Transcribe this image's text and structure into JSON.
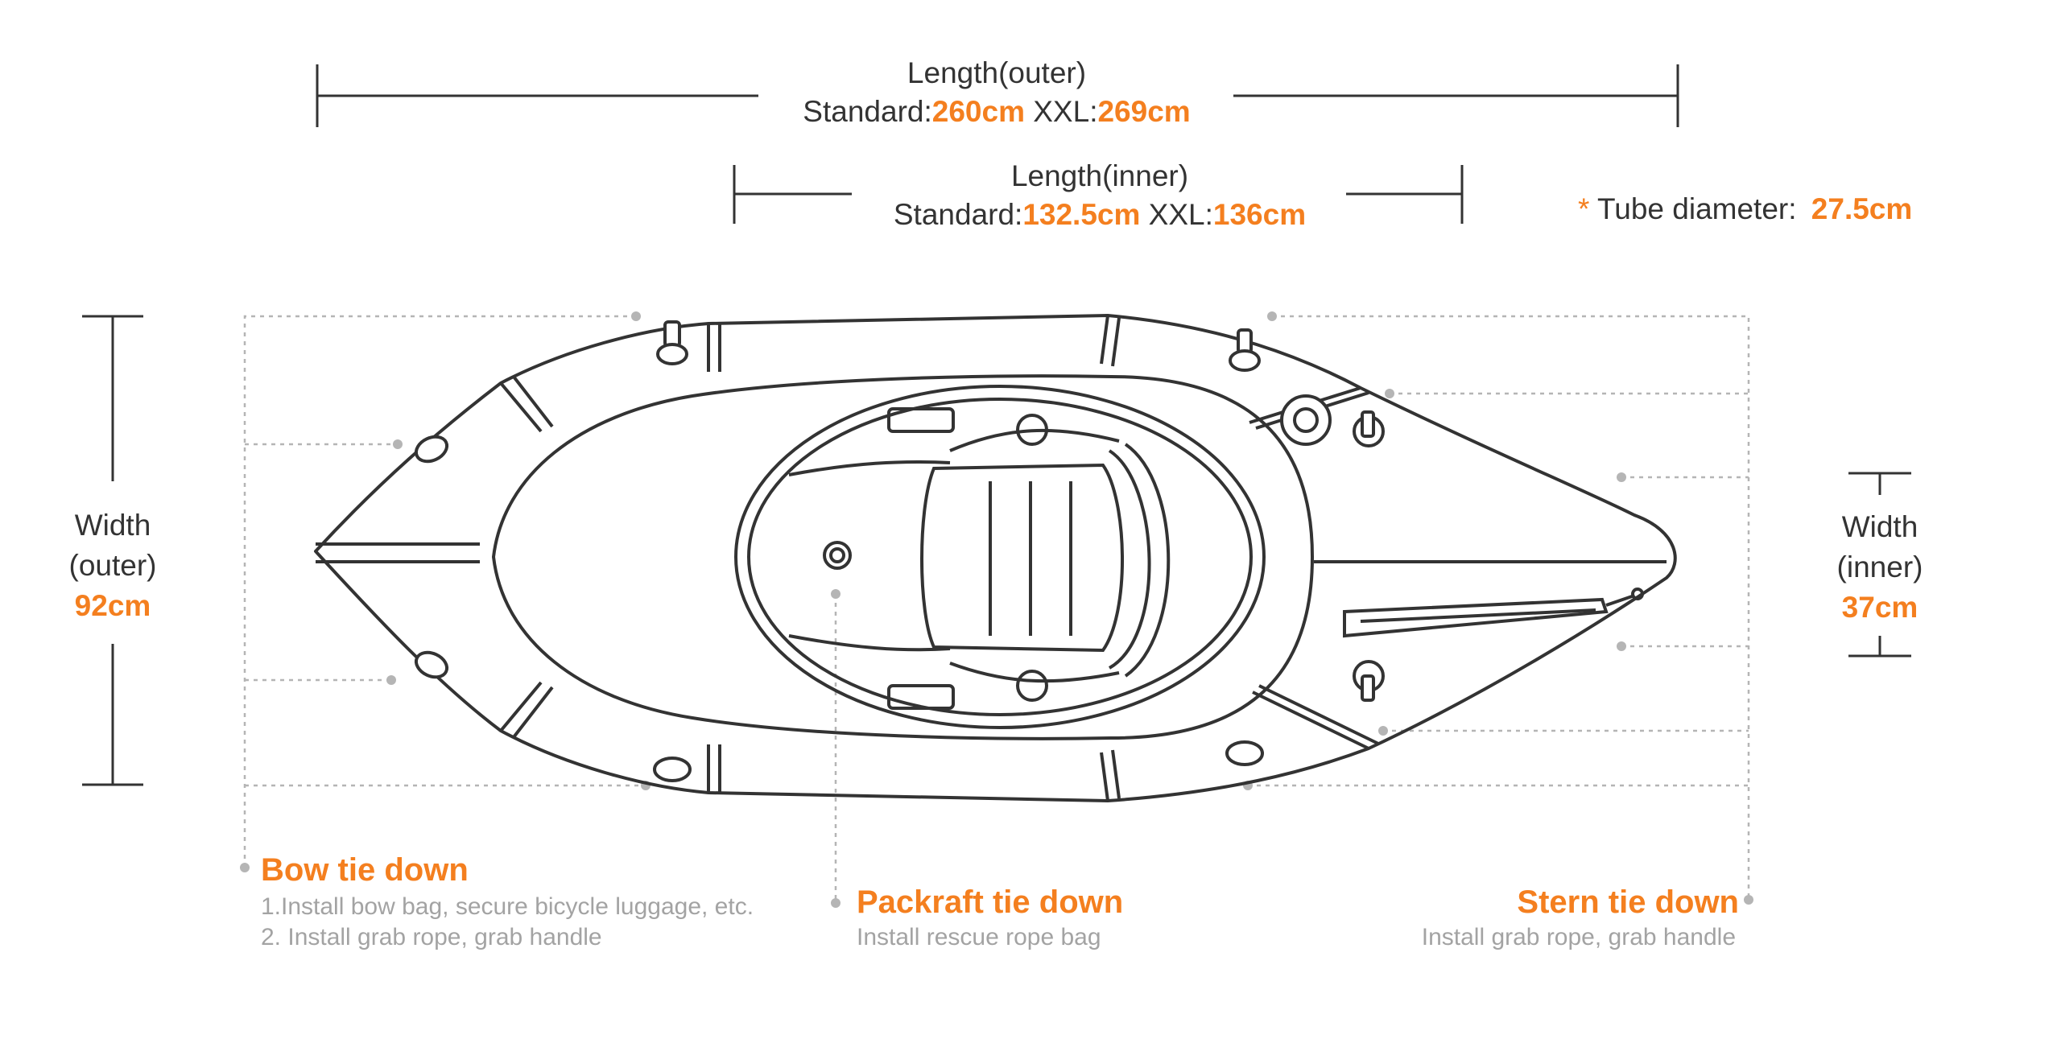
{
  "length_outer": {
    "label": "Length(outer)",
    "standard_label": "Standard:",
    "standard_value": "260cm",
    "xxl_label": " XXL:",
    "xxl_value": "269cm"
  },
  "length_inner": {
    "label": "Length(inner)",
    "standard_label": "Standard:",
    "standard_value": "132.5cm",
    "xxl_label": " XXL:",
    "xxl_value": "136cm"
  },
  "tube": {
    "asterisk": "*",
    "label": "Tube diameter:",
    "value": "27.5cm"
  },
  "width_outer": {
    "line1": "Width",
    "line2": "(outer)",
    "value": "92cm"
  },
  "width_inner": {
    "line1": "Width",
    "line2": "(inner)",
    "value": "37cm"
  },
  "callouts": {
    "bow": {
      "title": "Bow tie down",
      "line1": "1.Install bow bag, secure bicycle luggage, etc.",
      "line2": "2. Install grab rope, grab handle"
    },
    "packraft": {
      "title": "Packraft tie down",
      "line1": "Install rescue rope bag"
    },
    "stern": {
      "title": "Stern tie down",
      "line1": "Install grab rope, grab handle"
    }
  },
  "colors": {
    "accent": "#f47f1f",
    "text": "#333333",
    "muted": "#a3a3a3",
    "line": "#333333",
    "leader": "#b5b5b5"
  }
}
